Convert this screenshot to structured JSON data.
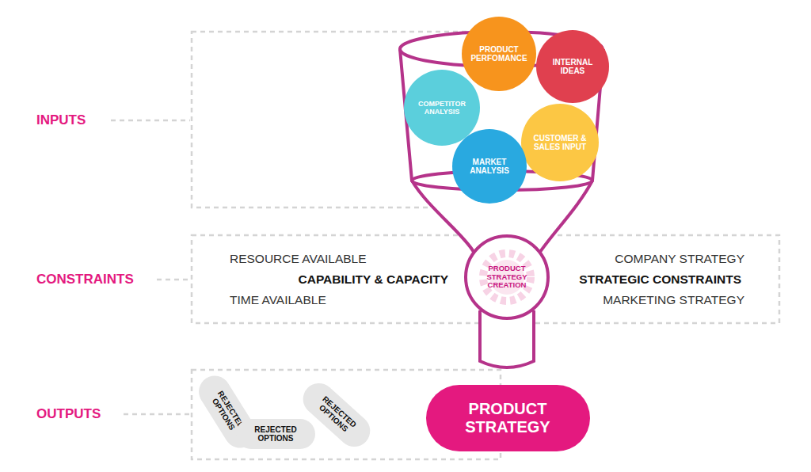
{
  "diagram": {
    "nodes": [
      {
        "text": [
          "PRODUCT PERFOMANCE"
        ]
      },
      {
        "text": [
          "INTERNAL IDEAS"
        ]
      },
      {
        "text": [
          "COMPETITOR ANALYSIS"
        ]
      },
      {
        "text": [
          "CUSTOMER & SALES INPUT"
        ]
      },
      {
        "text": [
          "MARKET ANALYSIS"
        ]
      },
      {
        "text": [
          "PRODUCT STRATEGY CREATION"
        ]
      },
      {
        "text": [
          "REJECTED OPTIONS"
        ]
      },
      {
        "text": [
          "REJECTED OPTIONS"
        ]
      },
      {
        "text": [
          "REJECTED OPTIONS"
        ]
      },
      {
        "text": [
          "PRODUCT STRATEGY"
        ]
      }
    ],
    "labels": [
      "INPUTS",
      "CONSTRAINTS",
      "OUTPUTS",
      "RESOURCE AVAILABLE",
      "CAPABILITY & CAPACITY",
      "TIME AVAILABLE",
      "COMPANY STRATEGY",
      "STRATEGIC CONSTRAINTS",
      "MARKETING STRATEGY"
    ]
  }
}
